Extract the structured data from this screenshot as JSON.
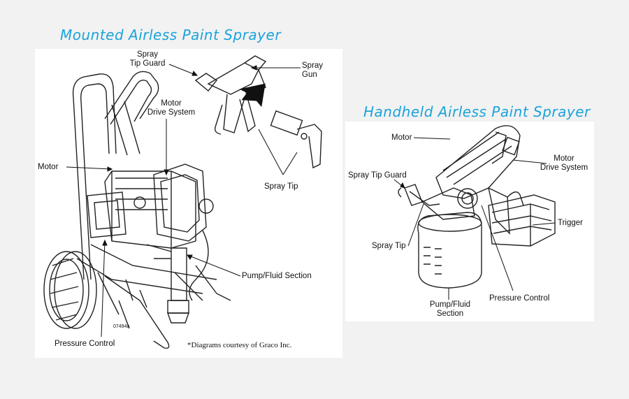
{
  "titles": {
    "mounted": "Mounted Airless Paint Sprayer",
    "handheld": "Handheld Airless Paint Sprayer"
  },
  "mounted": {
    "labels": {
      "spray_tip_guard": "Spray\nTip Guard",
      "spray_gun": "Spray\nGun",
      "motor_drive_system": "Motor\nDrive System",
      "motor": "Motor",
      "spray_tip": "Spray Tip",
      "pump_fluid_section": "Pump/Fluid Section",
      "pressure_control": "Pressure Control",
      "part_number": "07494a"
    },
    "credit": "*Diagrams courtesy of Graco Inc."
  },
  "handheld": {
    "labels": {
      "motor": "Motor",
      "motor_drive_system": "Motor\nDrive System",
      "spray_tip_guard": "Spray Tip Guard",
      "trigger": "Trigger",
      "spray_tip": "Spray Tip",
      "pump_fluid_section": "Pump/Fluid\nSection",
      "pressure_control": "Pressure Control"
    }
  },
  "colors": {
    "title": "#1aa3d9",
    "panel": "#ffffff",
    "background": "#f2f2f2"
  }
}
